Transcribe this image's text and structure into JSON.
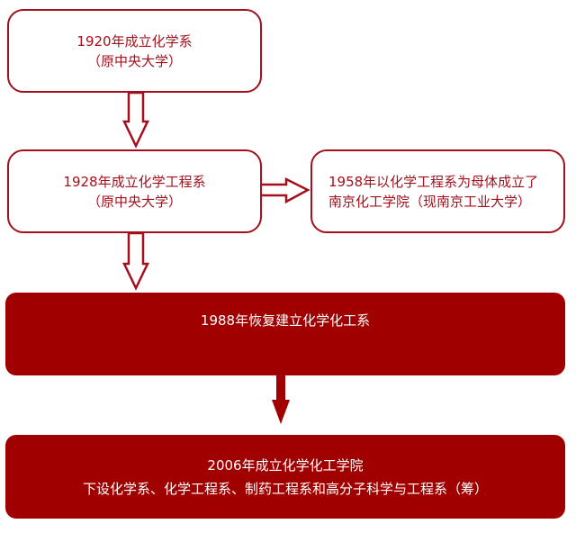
{
  "nodes": {
    "n1920": {
      "line1": "1920年成立化学系",
      "line2": "（原中央大学）"
    },
    "n1928": {
      "line1": "1928年成立化学工程系",
      "line2": "（原中央大学）"
    },
    "n1958": {
      "text": "1958年以化学工程系为母体成立了南京化工学院（现南京工业大学）"
    },
    "n1988": {
      "text": "1988年恢复建立化学化工系"
    },
    "n2006": {
      "line1": "2006年成立化学化工学院",
      "line2": "下设化学系、化学工程系、制药工程系和高分子科学与工程系（筹）"
    }
  },
  "colors": {
    "primary": "#a00000",
    "outline_text": "#a3101c"
  }
}
